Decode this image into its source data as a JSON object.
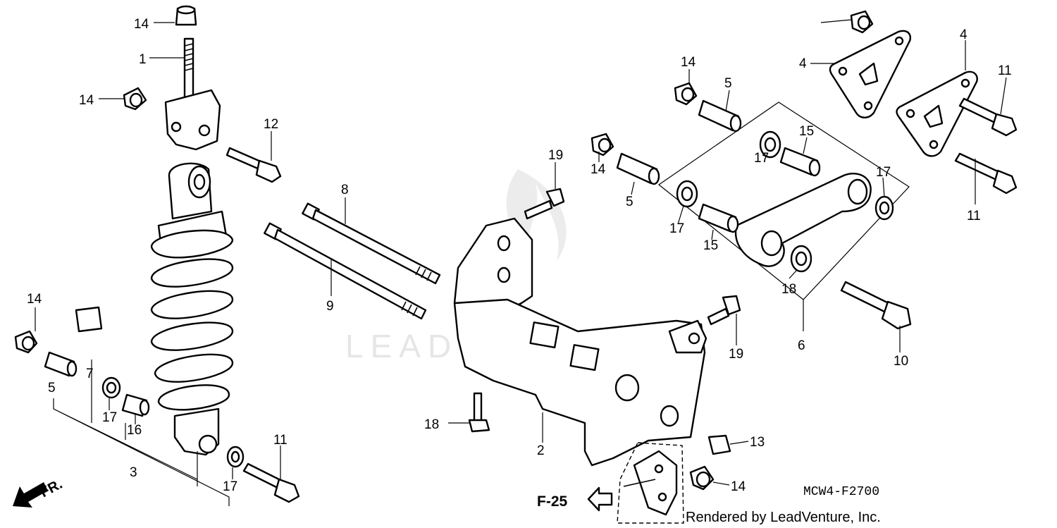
{
  "diagram_code": "MCW4-F2700",
  "credit": "Rendered by LeadVenture, Inc.",
  "watermark": "LEADVENTURE",
  "direction_label": "FR.",
  "reference_label": "F-25",
  "callouts": [
    "14",
    "1",
    "14",
    "12",
    "8",
    "9",
    "14",
    "5",
    "7",
    "17",
    "16",
    "3",
    "11",
    "17",
    "19",
    "14",
    "5",
    "18",
    "2",
    "14",
    "5",
    "15",
    "17",
    "17",
    "15",
    "17",
    "6",
    "19",
    "13",
    "14",
    "4",
    "4",
    "11",
    "11",
    "10"
  ]
}
